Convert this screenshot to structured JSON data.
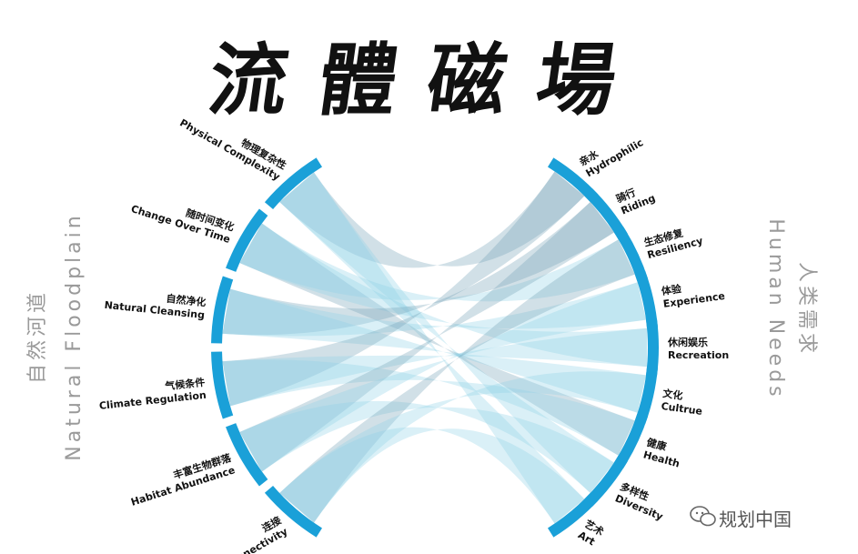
{
  "title": "流體磁場",
  "left_group": {
    "label_cn": "自然河道",
    "label_en": "Natural Floodplain"
  },
  "right_group": {
    "label_cn": "人类需求",
    "label_en": "Human Needs"
  },
  "left_nodes": [
    {
      "cn": "物理复杂性",
      "en": "Physical Complexity"
    },
    {
      "cn": "随时间变化",
      "en": "Change Over Time"
    },
    {
      "cn": "自然净化",
      "en": "Natural Cleansing"
    },
    {
      "cn": "气候条件",
      "en": "Climate Regulation"
    },
    {
      "cn": "丰富生物群落",
      "en": "Habitat Abundance"
    },
    {
      "cn": "连接",
      "en": "Connectivity"
    }
  ],
  "right_nodes": [
    {
      "cn": "亲水",
      "en": "Hydrophilic"
    },
    {
      "cn": "骑行",
      "en": "Riding"
    },
    {
      "cn": "生态修复",
      "en": "Resiliency"
    },
    {
      "cn": "体验",
      "en": "Experience"
    },
    {
      "cn": "休闲娱乐",
      "en": "Recreation"
    },
    {
      "cn": "文化",
      "en": "Cultrue"
    },
    {
      "cn": "健康",
      "en": "Health"
    },
    {
      "cn": "多样性",
      "en": "Diversity"
    },
    {
      "cn": "艺术",
      "en": "Art"
    }
  ],
  "links": [
    [
      0,
      0
    ],
    [
      0,
      8
    ],
    [
      0,
      7
    ],
    [
      1,
      6
    ],
    [
      1,
      4
    ],
    [
      1,
      2
    ],
    [
      2,
      1
    ],
    [
      2,
      3
    ],
    [
      2,
      5
    ],
    [
      3,
      0
    ],
    [
      3,
      4
    ],
    [
      3,
      6
    ],
    [
      4,
      1
    ],
    [
      4,
      3
    ],
    [
      4,
      7
    ],
    [
      5,
      2
    ],
    [
      5,
      8
    ],
    [
      5,
      5
    ]
  ],
  "colors": {
    "arc": "#1aa0d8",
    "link": "#8ccfe6",
    "link_dark": "#6f9fb3",
    "text": "#111111",
    "side_text": "#9a9a9a"
  },
  "watermark": "规划中国"
}
